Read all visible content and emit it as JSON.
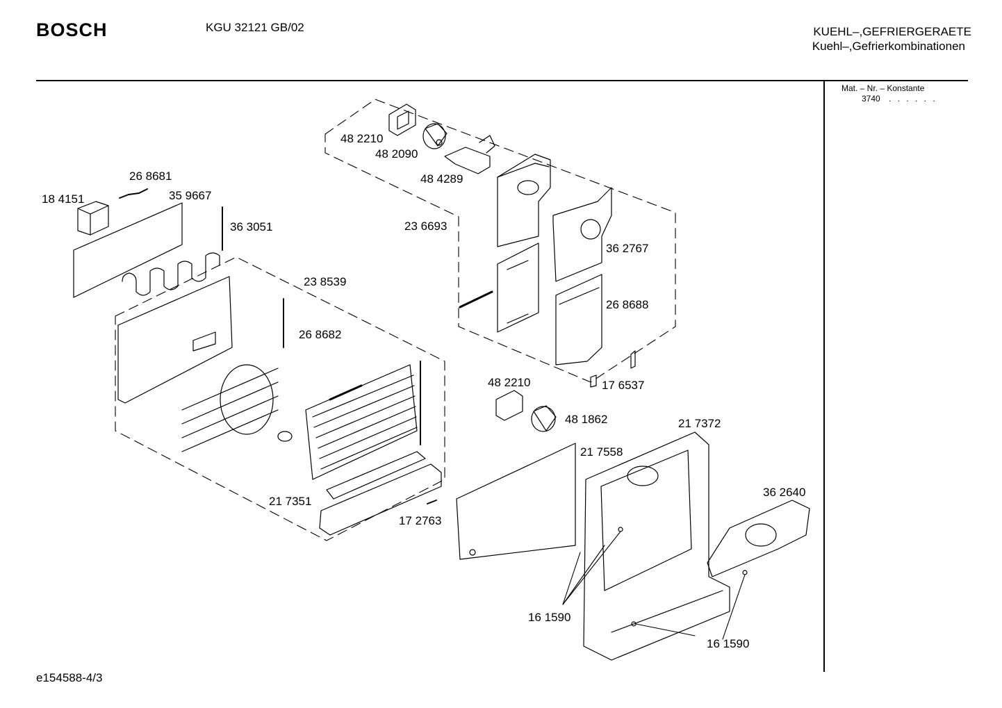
{
  "header": {
    "brand": "BOSCH",
    "model": "KGU 32121 GB/02",
    "category_line1": "KUEHL–,GEFRIERGERAETE",
    "category_line2": "Kuehl–,Gefrierkombinationen"
  },
  "side_panel": {
    "title": "Mat. – Nr. – Konstante",
    "constant": "3740",
    "dots": ". . . . . ."
  },
  "footer": {
    "reference": "e154588-4/3"
  },
  "parts": [
    {
      "id": "p1",
      "label": "48 2210"
    },
    {
      "id": "p2",
      "label": "48 2090"
    },
    {
      "id": "p3",
      "label": "48 4289"
    },
    {
      "id": "p4",
      "label": "26 8681"
    },
    {
      "id": "p5",
      "label": "18 4151"
    },
    {
      "id": "p6",
      "label": "35 9667"
    },
    {
      "id": "p7",
      "label": "36 3051"
    },
    {
      "id": "p8",
      "label": "23 6693"
    },
    {
      "id": "p9",
      "label": "36 2767"
    },
    {
      "id": "p10",
      "label": "23 8539"
    },
    {
      "id": "p11",
      "label": "26 8688"
    },
    {
      "id": "p12",
      "label": "26 8682"
    },
    {
      "id": "p13",
      "label": "17 6537"
    },
    {
      "id": "p14",
      "label": "48 2210"
    },
    {
      "id": "p15",
      "label": "48 1862"
    },
    {
      "id": "p16",
      "label": "21 7372"
    },
    {
      "id": "p17",
      "label": "21 7558"
    },
    {
      "id": "p18",
      "label": "36 2640"
    },
    {
      "id": "p19",
      "label": "21 7351"
    },
    {
      "id": "p20",
      "label": "17 2763"
    },
    {
      "id": "p21",
      "label": "16 1590"
    },
    {
      "id": "p22",
      "label": "16 1590"
    }
  ]
}
